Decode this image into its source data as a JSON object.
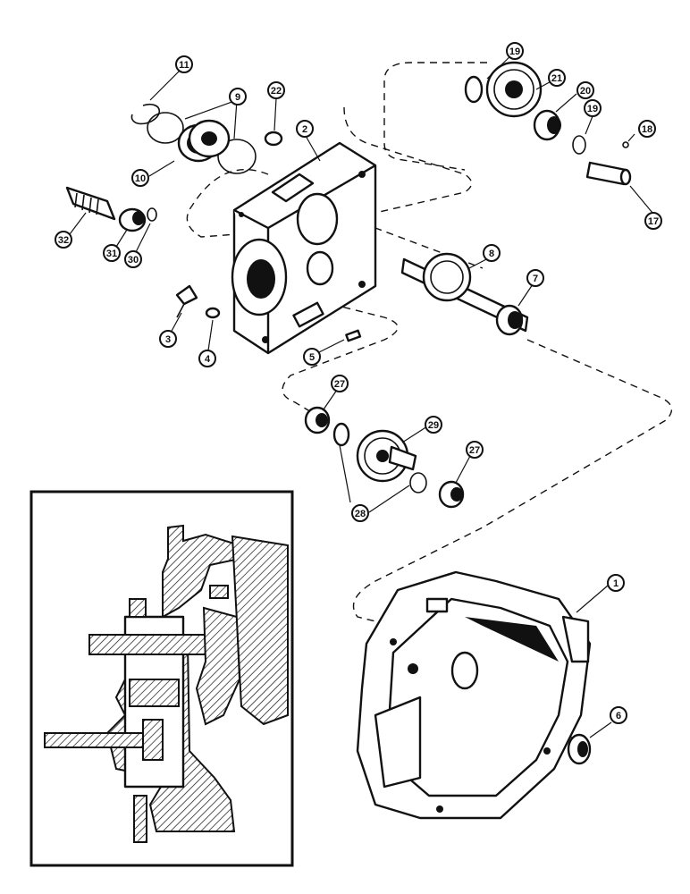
{
  "callouts": [
    {
      "id": "c11",
      "text": "11"
    },
    {
      "id": "c9",
      "text": "9"
    },
    {
      "id": "c22",
      "text": "22"
    },
    {
      "id": "c2",
      "text": "2"
    },
    {
      "id": "c10",
      "text": "10"
    },
    {
      "id": "c19a",
      "text": "19"
    },
    {
      "id": "c21",
      "text": "21"
    },
    {
      "id": "c20",
      "text": "20"
    },
    {
      "id": "c19b",
      "text": "19"
    },
    {
      "id": "c18",
      "text": "18"
    },
    {
      "id": "c17",
      "text": "17"
    },
    {
      "id": "c32",
      "text": "32"
    },
    {
      "id": "c31",
      "text": "31"
    },
    {
      "id": "c30",
      "text": "30"
    },
    {
      "id": "c8",
      "text": "8"
    },
    {
      "id": "c7",
      "text": "7"
    },
    {
      "id": "c3",
      "text": "3"
    },
    {
      "id": "c4",
      "text": "4"
    },
    {
      "id": "c5",
      "text": "5"
    },
    {
      "id": "c27a",
      "text": "27"
    },
    {
      "id": "c29",
      "text": "29"
    },
    {
      "id": "c27b",
      "text": "27"
    },
    {
      "id": "c28",
      "text": "28"
    },
    {
      "id": "c1",
      "text": "1"
    },
    {
      "id": "c6",
      "text": "6"
    }
  ]
}
